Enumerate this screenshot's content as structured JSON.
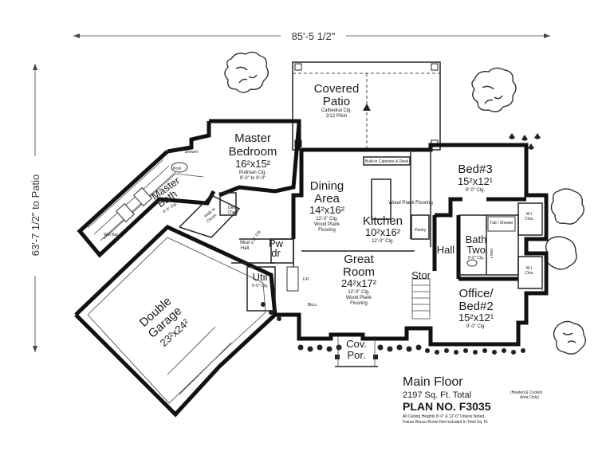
{
  "dimensions": {
    "overall_width": "85'-5 1/2\"",
    "overall_depth": "63'-7 1/2\" to Patio"
  },
  "rooms": {
    "covered_patio": {
      "name_line1": "Covered",
      "name_line2": "Patio",
      "note1": "Cathedral Clg.",
      "note2": "2/12 Pitch"
    },
    "master_bedroom": {
      "name_line1": "Master",
      "name_line2": "Bedroom",
      "size": "16²x15²",
      "note1": "Pullman Clg.",
      "note2": "8'-0\" to 9'-0\""
    },
    "master_bath": {
      "name_line1": "Master",
      "name_line2": "Bath",
      "note": "9'-0\" Clg."
    },
    "dining_area": {
      "name_line1": "Dining",
      "name_line2": "Area",
      "size": "14²x16²",
      "note1": "12'-0\" Clg.",
      "note2": "Wood Plank",
      "note3": "Flooring"
    },
    "kitchen": {
      "name": "Kitchen",
      "size": "10²x16²",
      "note": "12'-0\" Clg.",
      "floor": "Wood Plank Flooring",
      "pantry": "Pantry"
    },
    "bed3": {
      "name": "Bed#3",
      "size": "15²x12¹",
      "note": "9'-0\" Clg."
    },
    "bath_two": {
      "name_line1": "Bath",
      "name_line2": "Two",
      "note": "9'-0\" Clg.",
      "tub": "Tub / Shower",
      "linen": "Linen"
    },
    "great_room": {
      "name_line1": "Great",
      "name_line2": "Room",
      "size": "24²x17²",
      "note1": "12'-0\" Clg.",
      "note2": "Wood Plank",
      "note3": "Flooring",
      "fp": "F.P.",
      "bkcs": "Bkcs."
    },
    "office_bed2": {
      "name_line1": "Office/",
      "name_line2": "Bed#2",
      "size": "15²x12¹",
      "note": "9'-0\" Clg."
    },
    "double_garage": {
      "name_line1": "Double",
      "name_line2": "Garage",
      "size": "23²x24²"
    },
    "util": {
      "name": "Util",
      "note": "9'-0\" Clg."
    },
    "mud_hall": {
      "name_line1": "Mud",
      "name_line2": "Hall",
      "note": "9'-0\" Clg."
    },
    "pwdr": {
      "name_line1": "Pw",
      "name_line2": "dr"
    },
    "hall": {
      "name": "Hall"
    },
    "stor": {
      "name": "Stor"
    },
    "cov_por": {
      "name_line1": "Cov.",
      "name_line2": "Por."
    },
    "walk_in_closet": {
      "name_line1": "Walk-In",
      "name_line2": "Closet"
    },
    "deep_chest": {
      "name_line1": "Deep",
      "name_line2": "Chest"
    },
    "wet_bar": "Wet Bar",
    "shower": "Shower",
    "pool": "Pool",
    "wi_clos_1": {
      "name_line1": "W.I.",
      "name_line2": "Clos."
    },
    "wi_clos_2": {
      "name_line1": "W.I.",
      "name_line2": "Clos."
    },
    "kitchen_counter_note": "Built-In Cabinets & Desk"
  },
  "title_block": {
    "title": "Main Floor",
    "sqft": "2197 Sq. Ft. Total",
    "sqft_note_line1": "(Heated & Cooled",
    "sqft_note_line2": "Area Only)",
    "plan_no": "PLAN NO. F3035",
    "note1": "All Ceiling Heights 8'-0\" & 12'-0\" Unless Noted.",
    "note2": "Future Bonus Room Not Included In Total Sq. Ft."
  }
}
